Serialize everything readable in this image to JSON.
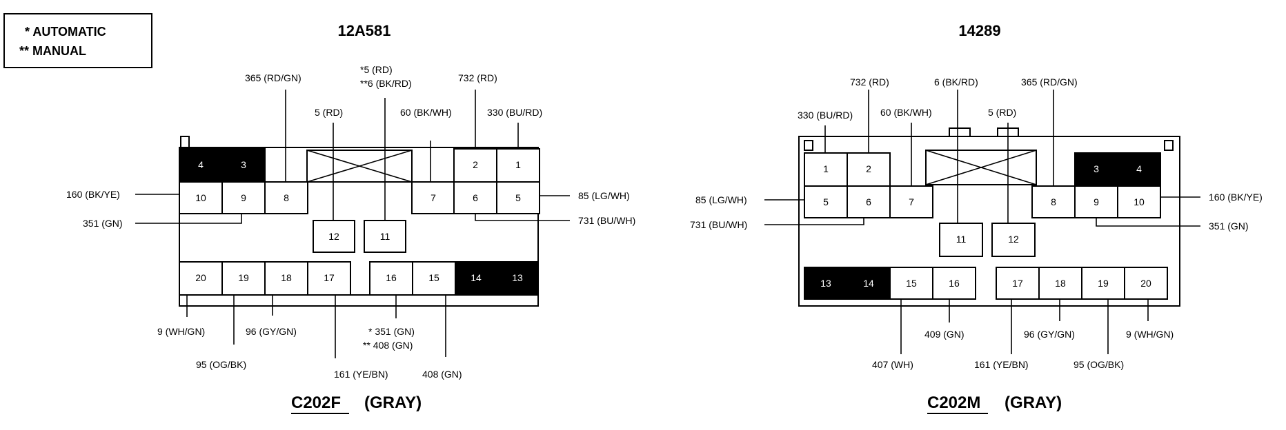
{
  "legend": {
    "line1": "*  AUTOMATIC",
    "line2": "**  MANUAL"
  },
  "female": {
    "part_number": "12A581",
    "caption_name": "C202F",
    "caption_color": "(GRAY)",
    "pins": [
      "1",
      "2",
      "3",
      "4",
      "5",
      "6",
      "7",
      "8",
      "9",
      "10",
      "11",
      "12",
      "13",
      "14",
      "15",
      "16",
      "17",
      "18",
      "19",
      "20"
    ],
    "labels": {
      "w365": "365 (RD/GN)",
      "w5": "5 (RD)",
      "w5a": "*5 (RD)",
      "w6a": "**6 (BK/RD)",
      "w60": "60 (BK/WH)",
      "w732": "732 (RD)",
      "w330": "330 (BU/RD)",
      "w160": "160 (BK/YE)",
      "w351": "351 (GN)",
      "w85": "85 (LG/WH)",
      "w731": "731 (BU/WH)",
      "w9": "9 (WH/GN)",
      "w96": "96 (GY/GN)",
      "w351b": "* 351 (GN)",
      "w408b": "** 408 (GN)",
      "w95": "95 (OG/BK)",
      "w161": "161 (YE/BN)",
      "w408": "408 (GN)"
    }
  },
  "male": {
    "part_number": "14289",
    "caption_name": "C202M",
    "caption_color": "(GRAY)",
    "labels": {
      "w732": "732 (RD)",
      "w6": "6 (BK/RD)",
      "w365": "365 (RD/GN)",
      "w330": "330 (BU/RD)",
      "w60": "60 (BK/WH)",
      "w5": "5 (RD)",
      "w85": "85 (LG/WH)",
      "w731": "731 (BU/WH)",
      "w160": "160 (BK/YE)",
      "w351": "351 (GN)",
      "w409": "409 (GN)",
      "w96": "96 (GY/GN)",
      "w9": "9 (WH/GN)",
      "w407": "407 (WH)",
      "w161": "161 (YE/BN)",
      "w95": "95 (OG/BK)"
    }
  }
}
